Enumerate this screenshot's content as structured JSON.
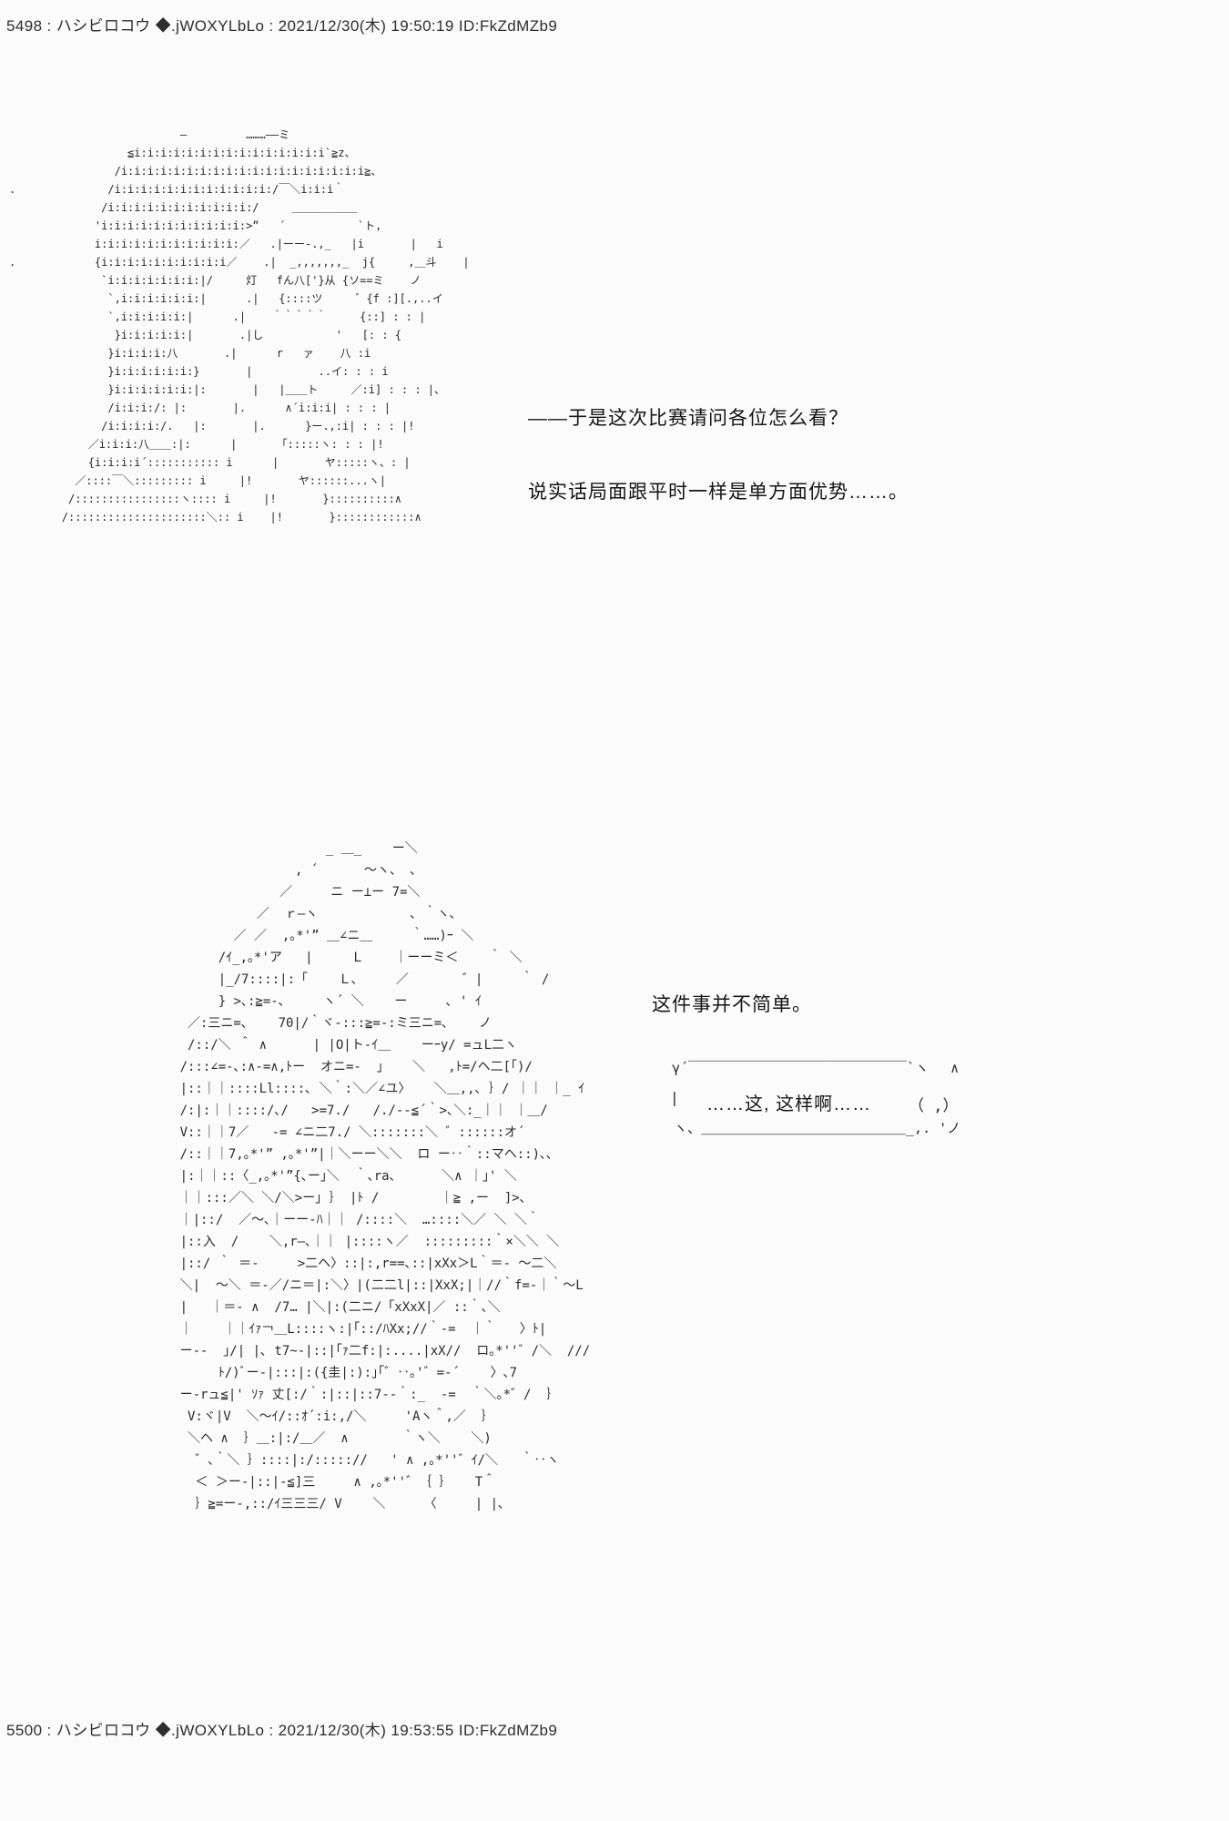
{
  "page": {
    "background": "#fbfbfb",
    "text_color": "#1f1f1f"
  },
  "posts": [
    {
      "number": "5498",
      "author": "ハシビロコウ",
      "tripcode": "◆.jWOXYLbLo",
      "datetime": "2021/12/30(木) 19:50:19",
      "user_id": "ID:FkZdMZb9",
      "header_full": "5498 : ハシビロコウ ◆.jWOXYLbLo : 2021/12/30(木) 19:50:19 ID:FkZdMZb9",
      "dialogue": [
        "——于是这次比赛请问各位怎么看？",
        "说实话局面跟平时一样是单方面优势……。",
        "这件事并不简单。"
      ],
      "bubble": {
        "top": "γ´￣￣￣￣￣￣￣￣￣￣￣￣￣￣￣￣`ヽ　 ∧",
        "left": "|",
        "text": "……这, 这样啊……",
        "right": "（ ,）",
        "bottom": "ヽ、＿＿＿＿＿＿＿＿＿＿＿＿＿＿＿_,. 'ノ"
      },
      "ascii_art_figure_1": [
        "                          –         ………––ミ",
        "                  ≦i:i:i:i:i:i:i:i:i:i:i:i:i:i:i`≧z、",
        "                /i:i:i:i:i:i:i:i:i:i:i:i:i:i:i:i:i:i:i≧、",
        ".              /i:i:i:i:i:i:i:i:i:i:i:i:/￣＼i:i:i｀",
        "              /i:i:i:i:i:i:i:i:i:i:i:/     ＿＿＿＿＿＿",
        "             'i:i:i:i:i:i:i:i:i:i:i:>”   ´           `ト,",
        "             i:i:i:i:i:i:i:i:i:i:i:／   .|ーー-.,_   |i       |   i",
        ".            {i:i:i:i:i:i:i:i:i:i／    .|  _,,,,,,,_  j{     ,＿斗    |",
        "              `i:i:i:i:i:i:i:|/     灯   fん八['}从 {ソ==ミ    ノ",
        "               `,i:i:i:i:i:i:|      .|   {::::ツ     ゛{f :][.,..イ",
        "               `,i:i:i:i:i:|      .|    ｀｀｀｀｀     {::] : : |",
        "                }i:i:i:i:i:|       .|し           '   [: : {",
        "               }i:i:i:i:八       .|      r   ァ    八 :i",
        "               }i:i:i:i:i:i:}       |          ..イ: : : i",
        "               }i:i:i:i:i:i:|:       |   |＿＿ト     ／:i] : : : |、",
        "               /i:i:i:/: |:       |.      ∧´i:i:i| : : : |",
        "              /i:i:i:i:/.   |:       |.      }ー.,:i| : : : |!",
        "            ／i:i:i:八＿＿:|:      |      「:::::ヽ: : : |!",
        "            {i:i:i:i´::::::::::: i      |       ヤ:::::ヽ、: |",
        "          ／::::￣＼::::::::: i     |!       ヤ::::::...ヽ|",
        "         /::::::::::::::::ヽ:::: i     |!       }::::::::::∧",
        "        /:::::::::::::::::::::＼:: i    |!       }::::::::::::∧"
      ],
      "ascii_art_figure_2": [
        "                                _ ＿_    ー＼",
        "                            , ´      ～ヽ、 ､",
        "                          ／     ニ ー⊥ー 7=＼",
        "                       ／  ｒ―ヽ            ､ ｀ヽ､",
        "                    ／ ／  ,｡*'” ＿∠ニ＿     ｀……)ｰ ＼",
        "                  /ｲ_,｡*'ア   |     Ｌ    ｜ーーミ＜    ｀ ＼",
        "                  |_/7::::|:「    Ｌ､     ／       ゛|     ｀ /",
        "                  } >､:≧=-､     ヽ´ ＼    ー     ､ ' ｲ",
        "              ／:三ニ=､    70|/｀ヾ-:::≧=‐:ミ三ニ=､    ノ",
        "              /::/＼ ＾ ∧      | |O|ト-ｲ＿    ーｰy/ =ュL二ヽ",
        "             /:::∠=-､:∧-=∧,ﾄー  オニ=-  」   ＼   ,ﾄ=/ヘ二[｢)/",
        "             |::｜｜::::Ll::::､ ＼｀:＼／∠ユ〉   ＼＿,,､ ｝/ ｜｜ ｜_ ｲ",
        "             /:|:｜｜::::/､/   >=7./   /./--≦´｀>､＼:_｜｜ ｜＿/",
        "             V::｜｜7／   -= ∠ニ二7./ ＼:::::::＼ ゛::::::オ´",
        "             /::｜｜7,｡*'” ,｡*'”|｜＼ーー＼＼  ロ ー‥｀::マヘ::)､､",
        "             |:｜｜::〈_,｡*'”{､ー｣＼  ｀､ra､      ＼∧ ｜｣' ＼",
        "             ｜｜:::／＼ ＼/＼>ー｣ ｝ |ﾄ /        ｜≧ ,ー  ]>､",
        "             ｜|::/  ／～､｜ーー-ﾊ｜｜ /::::＼  …::::＼／ ＼ ＼｀",
        "             |::入  /    ＼,r―､｜｜ |::::ヽ／  :::::::::｀×＼＼ ＼",
        "             |::/ ｀ ＝-     >二ヘ〉::|:,r==､::|xXx＞L｀＝- ～二＼",
        "             ＼|  ～＼ ＝-／/ニ＝|:＼〉|(二二l|::|XxX;|｜//｀f=-｜｀～L",
        "             |   ｜＝- ∧  /7… |＼|:(二ニ/「xXxX|／ ::｀､＼",
        "             ｜    ｜｜ｲｧ￢＿L::::ヽ:|｢::/ﾊXx;//｀-=  ｜｀   〉ﾄ|",
        "             ー--  ｣/| |､ t7~-|::|｢ｧ二f:|:....|xX//  ロ｡*''゛/＼  ///",
        "                  ﾄ/)ﾞー-|:::|:({圭|:):｣｢゛‥｡'゛=-´    〉､7",
        "             ー-rュ≦|' ｿｧ 丈[:/｀:|::|::7-‐｀:_  -=  ｀＼｡*゛/  ｝",
        "              V:ヾ|V  ＼～ｲ/::ｵ´:i:,/＼     'Aヽ＾,／  ｝",
        "              ＼ヘ ∧  ｝＿:|:/＿／  ∧       ｀ヽ＼    ＼)",
        "               ゛､｀＼ ｝::::|:/::::://   ' ∧ ,｡*''゛ｲ/＼   ｀‥ヽ",
        "               ＜ ＞ー-|::|-≦]三     ∧ ,｡*''゛｛ ｝   T＾",
        "               ｝≧=ー-,::/ｲ三三三/ V    ＼     〈     | |､"
      ]
    },
    {
      "number": "5500",
      "author": "ハシビロコウ",
      "tripcode": "◆.jWOXYLbLo",
      "datetime": "2021/12/30(木) 19:53:55",
      "user_id": "ID:FkZdMZb9",
      "header_full": "5500 : ハシビロコウ ◆.jWOXYLbLo : 2021/12/30(木) 19:53:55 ID:FkZdMZb9"
    }
  ]
}
